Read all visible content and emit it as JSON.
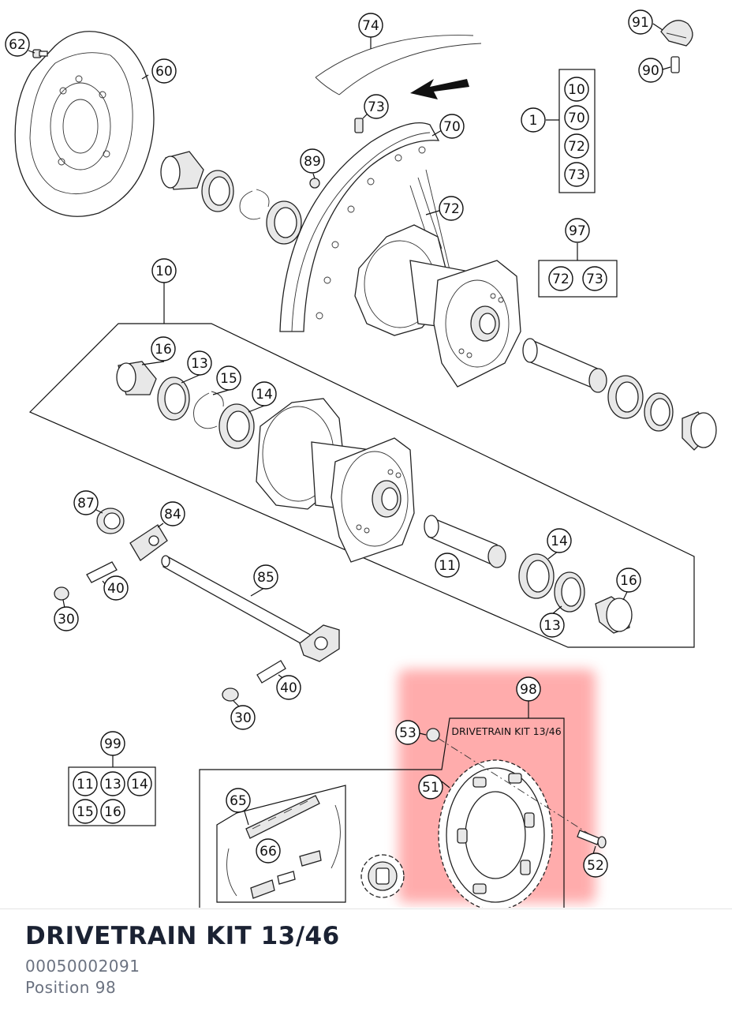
{
  "diagram": {
    "callouts": {
      "c62": "62",
      "c60": "60",
      "c74": "74",
      "c91": "91",
      "c90": "90",
      "c73a": "73",
      "c70a": "70",
      "c89": "89",
      "c72a": "72",
      "c1": "1",
      "c10a": "10",
      "c70b": "70",
      "c72b": "72",
      "c73b": "73",
      "c97": "97",
      "c72c": "72",
      "c73c": "73",
      "c10b": "10",
      "c16a": "16",
      "c13a": "13",
      "c15a": "15",
      "c14a": "14",
      "c87": "87",
      "c84": "84",
      "c40a": "40",
      "c30a": "30",
      "c85": "85",
      "c11a": "11",
      "c14b": "14",
      "c16b": "16",
      "c13b": "13",
      "c40b": "40",
      "c30b": "30",
      "c98": "98",
      "c53": "53",
      "c51": "51",
      "c52": "52",
      "c99": "99",
      "c11b": "11",
      "c13c": "13",
      "c14c": "14",
      "c15b": "15",
      "c16c": "16",
      "c65": "65",
      "c66": "66"
    },
    "kit_box_label": "DRIVETRAIN KIT 13/46",
    "highlight_color": "#ff6b6b"
  },
  "part": {
    "name": "DRIVETRAIN KIT 13/46",
    "number": "00050002091",
    "position": "Position 98"
  }
}
